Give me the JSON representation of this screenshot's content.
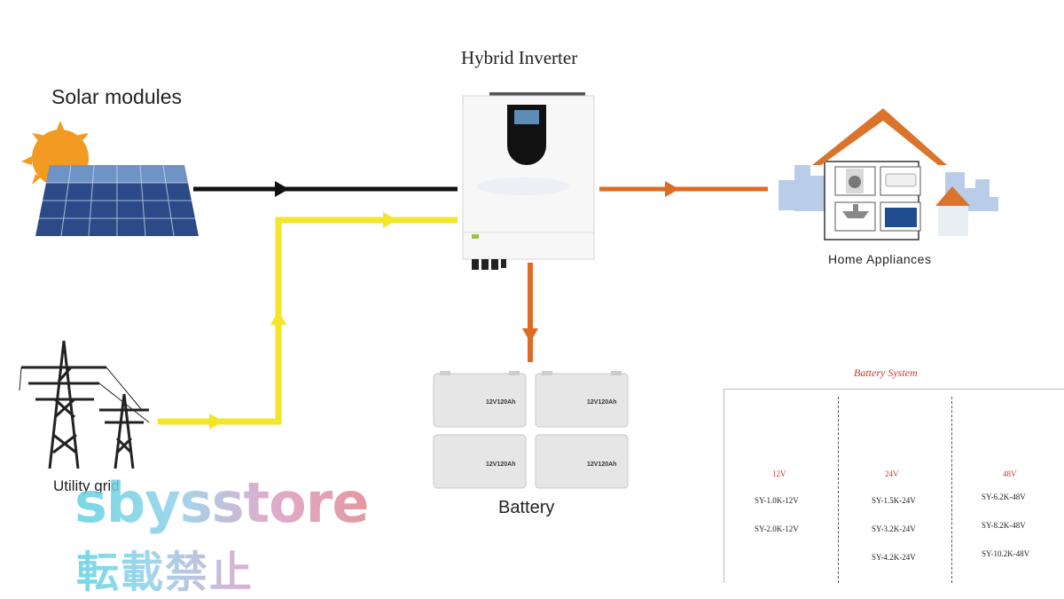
{
  "labels": {
    "inverter": "Hybrid Inverter",
    "solar": "Solar modules",
    "home": "Home Appliances",
    "battery": "Battery",
    "utility": "Utility grid"
  },
  "battery_unit_label": "12V120Ah",
  "battery_system": {
    "title": "Battery System",
    "columns": [
      {
        "voltage": "12V",
        "models": [
          "SY-1.0K-12V",
          "SY-2.0K-12V"
        ]
      },
      {
        "voltage": "24V",
        "models": [
          "SY-1.5K-24V",
          "SY-3.2K-24V",
          "SY-4.2K-24V"
        ]
      },
      {
        "voltage": "48V",
        "models": [
          "SY-6.2K-48V",
          "SY-8.2K-48V",
          "SY-10.2K-48V"
        ]
      }
    ]
  },
  "watermark": {
    "line1": "sbysstore",
    "line2": "転載禁止"
  },
  "colors": {
    "solar_line": "#111111",
    "grid_line": "#f2e52a",
    "output_line": "#e06a22",
    "roof": "#d9742a"
  }
}
